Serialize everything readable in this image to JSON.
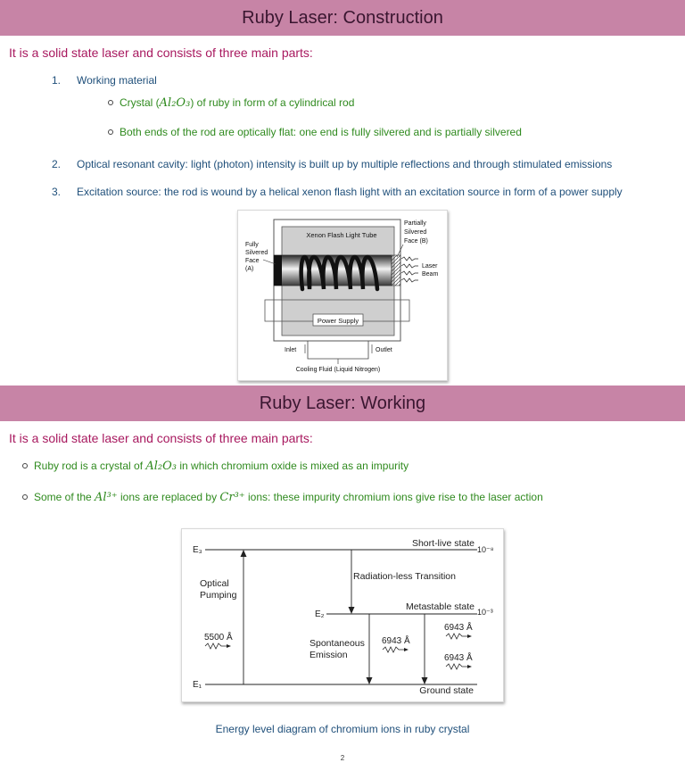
{
  "construction": {
    "title": "Ruby Laser: Construction",
    "intro": "It is a solid state laser and consists of three main parts:",
    "items": [
      {
        "num": "1.",
        "text": "Working material"
      },
      {
        "num": "2.",
        "text": "Optical resonant cavity: light (photon) intensity is built up by multiple reflections and through stimulated emissions"
      },
      {
        "num": "3.",
        "text": "Excitation source: the rod is wound by a helical xenon flash light with an excitation source in form of a power supply"
      }
    ],
    "subitems": [
      {
        "pre": "Crystal (",
        "math": "Al₂O₃",
        "post": ") of ruby in form of a cylindrical rod"
      },
      {
        "text": "Both ends of the rod are optically flat: one end is fully silvered and is partially silvered"
      }
    ],
    "figure": {
      "partially_silvered": [
        "Partially",
        "Silvered",
        "Face (B)"
      ],
      "xenon": "Xenon Flash Light Tube",
      "fully_silvered": [
        "Fully",
        "Silvered",
        "Face",
        "(A)"
      ],
      "laser_beam": [
        "Laser",
        "Beam"
      ],
      "power_supply": "Power Supply",
      "inlet": "Inlet",
      "outlet": "Outlet",
      "cooling": "Cooling Fluid (Liquid Nitrogen)"
    }
  },
  "working": {
    "title": "Ruby Laser: Working",
    "intro": "It is a solid state laser and consists of three main parts:",
    "bullets": [
      {
        "pre": "Ruby rod is a crystal of ",
        "math": "Al₂O₃",
        "post": " in which chromium oxide is mixed as an impurity"
      },
      {
        "pre": "Some of the ",
        "math": "Al³⁺",
        "mid": " ions are replaced by ",
        "math2": "Cr³⁺",
        "post": " ions: these impurity chromium ions give rise to the laser action"
      }
    ],
    "diagram": {
      "e3": "E₃",
      "e2": "E₂",
      "e1": "E₁",
      "short_live": "Short-live state",
      "short_time": "10⁻⁸",
      "radiationless": "Radiation-less Transition",
      "metastable": "Metastable state",
      "meta_time": "10⁻³",
      "optical_pumping": [
        "Optical",
        "Pumping"
      ],
      "pump_wavelength": "5500 Å",
      "spontaneous": [
        "Spontaneous",
        "Emission"
      ],
      "emit_center": "6943 Å",
      "emit_top": "6943 Å",
      "emit_bottom": "6943 Å",
      "ground": "Ground state"
    },
    "caption": "Energy level diagram of chromium ions in ruby crystal"
  },
  "page_number": "2",
  "colors": {
    "header_band": "#c784a6",
    "intro_text": "#a8195f",
    "numbered_text": "#1f4f7a",
    "bullet_text": "#2f8a1e"
  }
}
